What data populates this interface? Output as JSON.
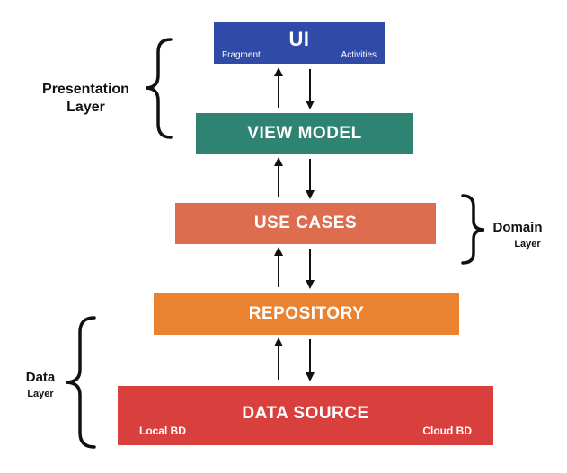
{
  "diagram": {
    "layers": [
      {
        "title": "UI",
        "sub_left": "Fragment",
        "sub_right": "Activities",
        "color": "#2f4aa7"
      },
      {
        "title": "VIEW MODEL",
        "color": "#2e8372"
      },
      {
        "title": "USE CASES",
        "color": "#de6c4f"
      },
      {
        "title": "REPOSITORY",
        "color": "#eb8230"
      },
      {
        "title": "DATA SOURCE",
        "sub_left": "Local BD",
        "sub_right": "Cloud BD",
        "color": "#d9403d"
      }
    ],
    "groups": {
      "presentation": {
        "line1": "Presentation",
        "line2": "Layer"
      },
      "domain": {
        "line1": "Domain",
        "line2": "Layer"
      },
      "data": {
        "line1": "Data",
        "line2": "Layer"
      }
    }
  }
}
